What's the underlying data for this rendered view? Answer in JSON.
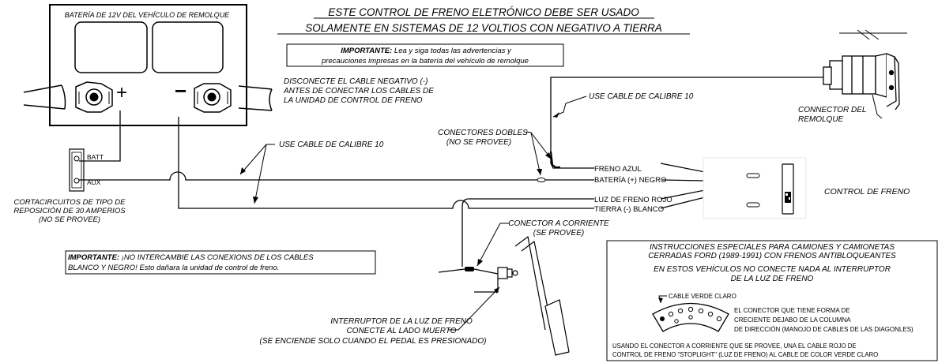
{
  "title": {
    "line1": "ESTE CONTROL DE FRENO ELETRÓNICO DEBE SER USADO",
    "line2": "SOLAMENTE EN SISTEMAS DE 12 VOLTIOS CON NEGATIVO A TIERRA"
  },
  "battery": {
    "label": "BATERÍA DE 12V DEL VEHÍCULO DE REMOLQUE",
    "plus": "+",
    "minus": "−"
  },
  "important_top": {
    "lead": "IMPORTANTE:",
    "line1": "Lea y siga todas las advertencias y",
    "line2": "precauciones impresas en la batería del vehículo de remolque"
  },
  "disconnect": {
    "line1": "DISCONECTE EL CABLE NEGATIVO (-)",
    "line2": "ANTES DE CONECTAR LOS CABLES DE",
    "line3": "LA UNIDAD DE CONTROL DE FRENO"
  },
  "gauge_right": "USE CABLE DE CALIBRE 10",
  "gauge_left": "USE CABLE  DE CALIBRE 10",
  "trailer_connector": {
    "line1": "CONNECTOR DEL",
    "line2": "REMOLQUE"
  },
  "double_connectors": {
    "line1": "CONECTORES DOBLES",
    "line2": "(NO SE PROVEE)"
  },
  "breaker": {
    "batt": "BATT",
    "aux": "AUX",
    "line1": "CORTACIRCUITOS DE TIPO DE",
    "line2": "REPOSICIÓN DE 30 AMPERIOS",
    "line3": "(NO SE PROVEE)"
  },
  "wires": {
    "blue": "FRENO AZUL",
    "black": "BATERÍA (+) NEGRO",
    "red": "LUZ DE FRENO ROJO",
    "white": "TIERRA (-) BLANCO"
  },
  "control_label": "CONTROL DE FRENO",
  "power_connector": {
    "line1": "CONECTOR A CORRIENTE",
    "line2": "(SE PROVEE)"
  },
  "important_bottom": {
    "lead": "IMPORTANTE:",
    "line1": "¡NO INTERCAMBIE LAS CONEXIONS DE LOS CABLES",
    "line2": "BLANCO Y NEGRO! Esto dañara la unidad de control de freno."
  },
  "switch": {
    "line1": "INTERRUPTOR DE LA LUZ DE FRENO",
    "line2": "CONECTE AL LADO MUERTO",
    "line3": "(SE ENCIENDE SOLO CUANDO EL PEDAL ES PRESIONADO)"
  },
  "ford": {
    "line1": "INSTRUCCIONES ESPECIALES PARA CAMIONES Y CAMIONETAS",
    "line2": "CERRADAS FORD (1989-1991) CON FRENOS ANTIBLOQUEANTES",
    "line3": "EN ESTOS VEHÍCULOS NO CONECTE NADA AL INTERRUPTOR",
    "line4": "DE LA LUZ DE FRENO",
    "green_wire": "CABLE VERDE CLARO",
    "crescent1": "EL CONECTOR QUE TIENE FORMA DE",
    "crescent2": "CRECIENTE DEJABO DE LA COLUMNA",
    "crescent3": "DE DIRECCIÓN (MANOJO DE CABLES DE LAS DIAGONLES)",
    "bottom1": "USANDO EL CONECTOR A CORRIENTE QUE SE PROVEE, UNA EL CABLE ROJO DE",
    "bottom2": "CONTROL DE FRENO \"STOPLIGHT\" (LUZ DE FRENO) AL CABLE DE COLOR VERDE CLARO"
  }
}
